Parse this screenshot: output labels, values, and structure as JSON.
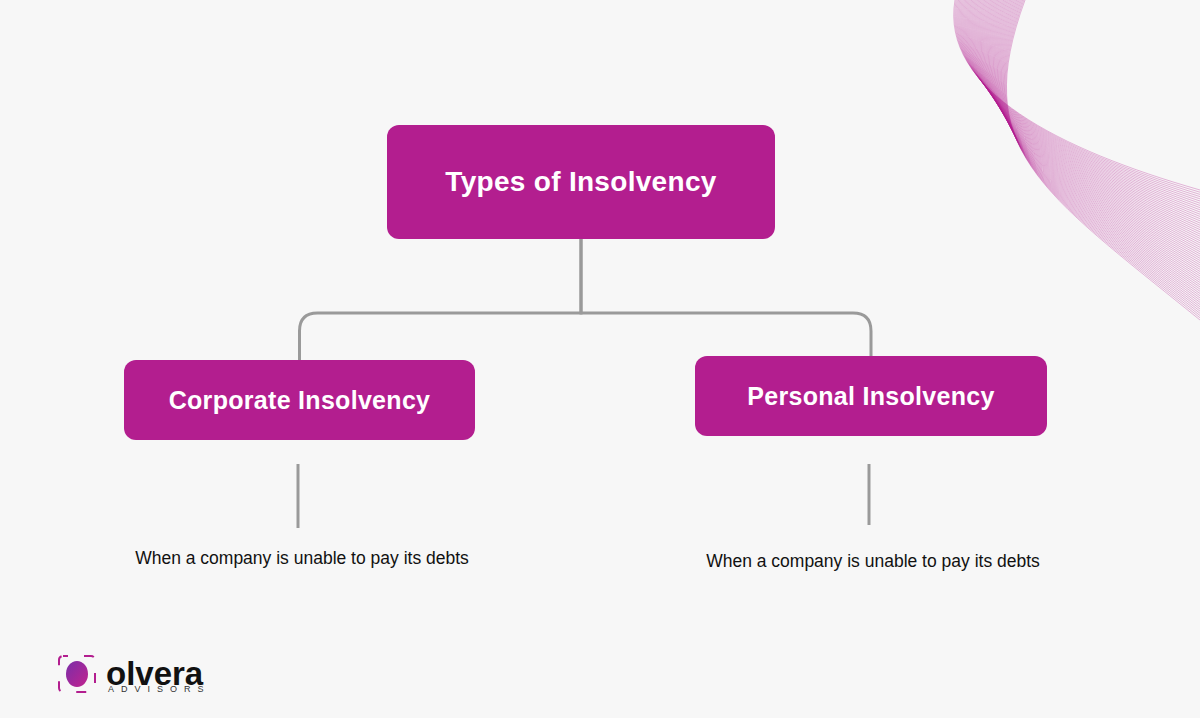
{
  "diagram": {
    "nodes": [
      {
        "text": [
          "Types of Insolvency"
        ]
      },
      {
        "text": [
          "Corporate Insolvency"
        ]
      },
      {
        "text": [
          "Personal Insolvency"
        ]
      }
    ],
    "edges": [
      {
        "from": 0,
        "to": 1,
        "arrow": "none"
      },
      {
        "from": 0,
        "to": 2,
        "arrow": "none"
      }
    ],
    "labels": [
      "When a company is unable to pay its debts",
      "When a company is unable to pay its debts",
      "olvera",
      "ADVISORS"
    ]
  }
}
